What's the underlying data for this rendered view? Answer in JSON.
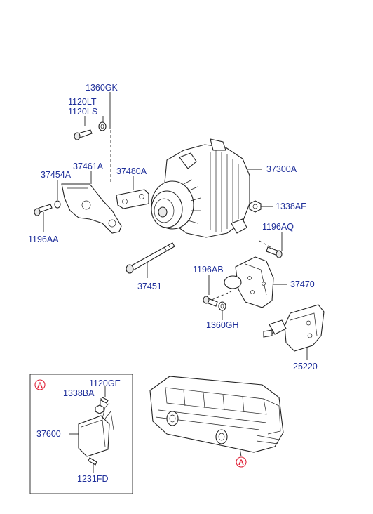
{
  "parts": {
    "p1360GK": "1360GK",
    "p1120LT": "1120LT",
    "p1120LS": "1120LS",
    "p37461A": "37461A",
    "p37480A": "37480A",
    "p37300A": "37300A",
    "p37454A": "37454A",
    "p1338AF": "1338AF",
    "p1196AA": "1196AA",
    "p1196AQ": "1196AQ",
    "p37451": "37451",
    "p1196AB": "1196AB",
    "p37470": "37470",
    "p1360GH": "1360GH",
    "p25220": "25220",
    "p1120GE": "1120GE",
    "p1338BA": "1338BA",
    "p37600": "37600",
    "p1231FD": "1231FD"
  },
  "callout_letter": "A",
  "colors": {
    "label": "#1f2f9a",
    "callout": "#e0253a",
    "line": "#222222"
  }
}
